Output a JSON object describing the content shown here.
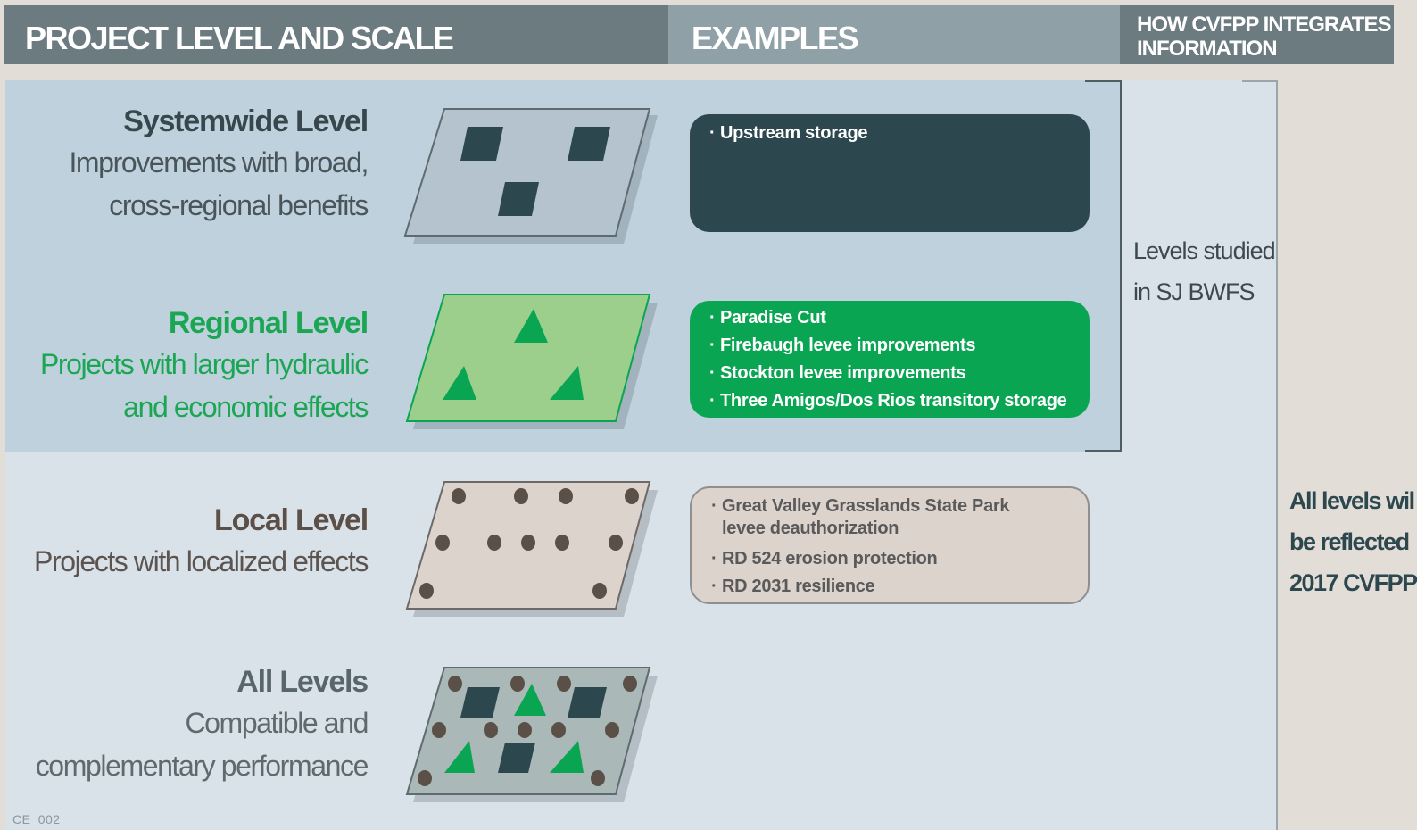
{
  "header": {
    "col1": "PROJECT LEVEL AND SCALE",
    "col2": "EXAMPLES",
    "col3_line1": "HOW CVFPP INTEGRATES",
    "col3_line2": "INFORMATION"
  },
  "levels": {
    "systemwide": {
      "title": "Systemwide Level",
      "desc1": "Improvements with broad,",
      "desc2": "cross-regional benefits"
    },
    "regional": {
      "title": "Regional Level",
      "desc1": "Projects with larger hydraulic",
      "desc2": "and economic effects"
    },
    "local": {
      "title": "Local Level",
      "desc1": "Projects with localized effects"
    },
    "all": {
      "title": "All Levels",
      "desc1": "Compatible and",
      "desc2": "complementary performance"
    }
  },
  "examples": {
    "systemwide": [
      "Upstream storage"
    ],
    "regional": [
      "Paradise Cut",
      "Firebaugh levee improvements",
      "Stockton levee improvements",
      "Three Amigos/Dos Rios transitory storage"
    ],
    "local": [
      "Great Valley Grasslands State Park",
      "levee deauthorization",
      "RD 524 erosion protection",
      "RD 2031 resilience"
    ]
  },
  "integration": {
    "studied_line1": "Levels studied",
    "studied_line2": "in SJ BWFS",
    "reflected_line1": "All levels wil",
    "reflected_line2": "be reflected",
    "reflected_line3": "2017 CVFPP"
  },
  "footer_code": "CE_002",
  "colors": {
    "header_dark": "#6c7b80",
    "header_light": "#8fa1a6",
    "systemwide": "#2c474e",
    "regional": "#0aa552",
    "local": "#dcd3cd"
  },
  "icons": {
    "systemwide": "squares-plane-icon",
    "regional": "triangles-plane-icon",
    "local": "dots-plane-icon",
    "all": "combined-plane-icon"
  }
}
